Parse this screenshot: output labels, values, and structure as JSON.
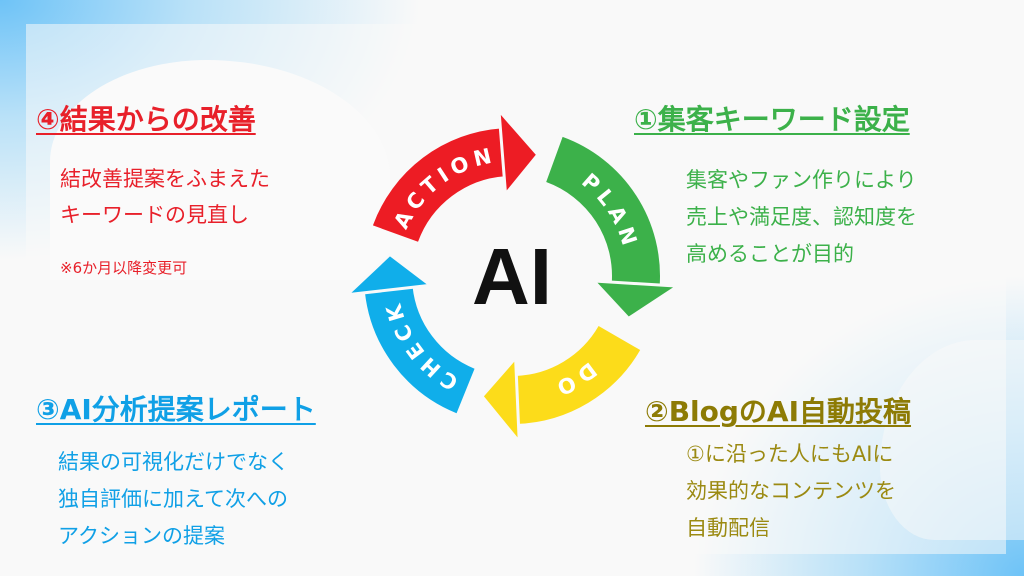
{
  "colors": {
    "red": "#e8202a",
    "green": "#3cb14a",
    "yellow": "#fcdc1a",
    "blue": "#10aeea",
    "olive": "#8d7b05",
    "olive_text": "#9b8a12",
    "black": "#111111"
  },
  "cycle": {
    "center": "AI",
    "segments": [
      {
        "label": "ACTION",
        "color": "#ed1c24"
      },
      {
        "label": "PLAN",
        "color": "#3cb14a"
      },
      {
        "label": "DO",
        "color": "#fcdc1a"
      },
      {
        "label": "CHECK",
        "color": "#10aeea"
      }
    ]
  },
  "step4": {
    "title": "④結果からの改善",
    "lines": [
      "結改善提案をふまえた",
      "キーワードの見直し"
    ],
    "note": "※6か月以降変更可"
  },
  "step1": {
    "title": "①集客キーワード設定",
    "lines": [
      "集客やファン作りにより",
      "売上や満足度、認知度を",
      "高めることが目的"
    ]
  },
  "step3": {
    "title": "③AI分析提案レポート",
    "lines": [
      "結果の可視化だけでなく",
      "独自評価に加えて次への",
      "アクションの提案"
    ]
  },
  "step2": {
    "title": "②BlogのAI自動投稿",
    "lines": [
      "①に沿った人にもAIに",
      "効果的なコンテンツを",
      "自動配信"
    ]
  }
}
